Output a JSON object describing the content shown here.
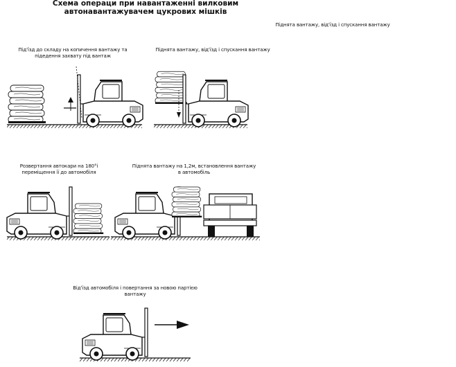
{
  "title": {
    "line1": "Схема операци при навантаженні вилковим",
    "line2": "автонавантажувачем цукрових мішків"
  },
  "captions": {
    "right": "Піднята вантажу, від'їзд і спускання вантажу",
    "step1": "Під'їзд до складу на копичення вантажу та підедення захвату під вантаж",
    "step2": "Піднята вантажу, від'їзд і спускання вантажу",
    "step3": "Розвертання автокари на 180°і переміщення її до автомобіля",
    "step4": "Піднята вантажу на 1,2м, встановлення вантажу в автомобіль",
    "step5": "Від'їзд автомобіля і повертання за новою партією вантажу"
  }
}
